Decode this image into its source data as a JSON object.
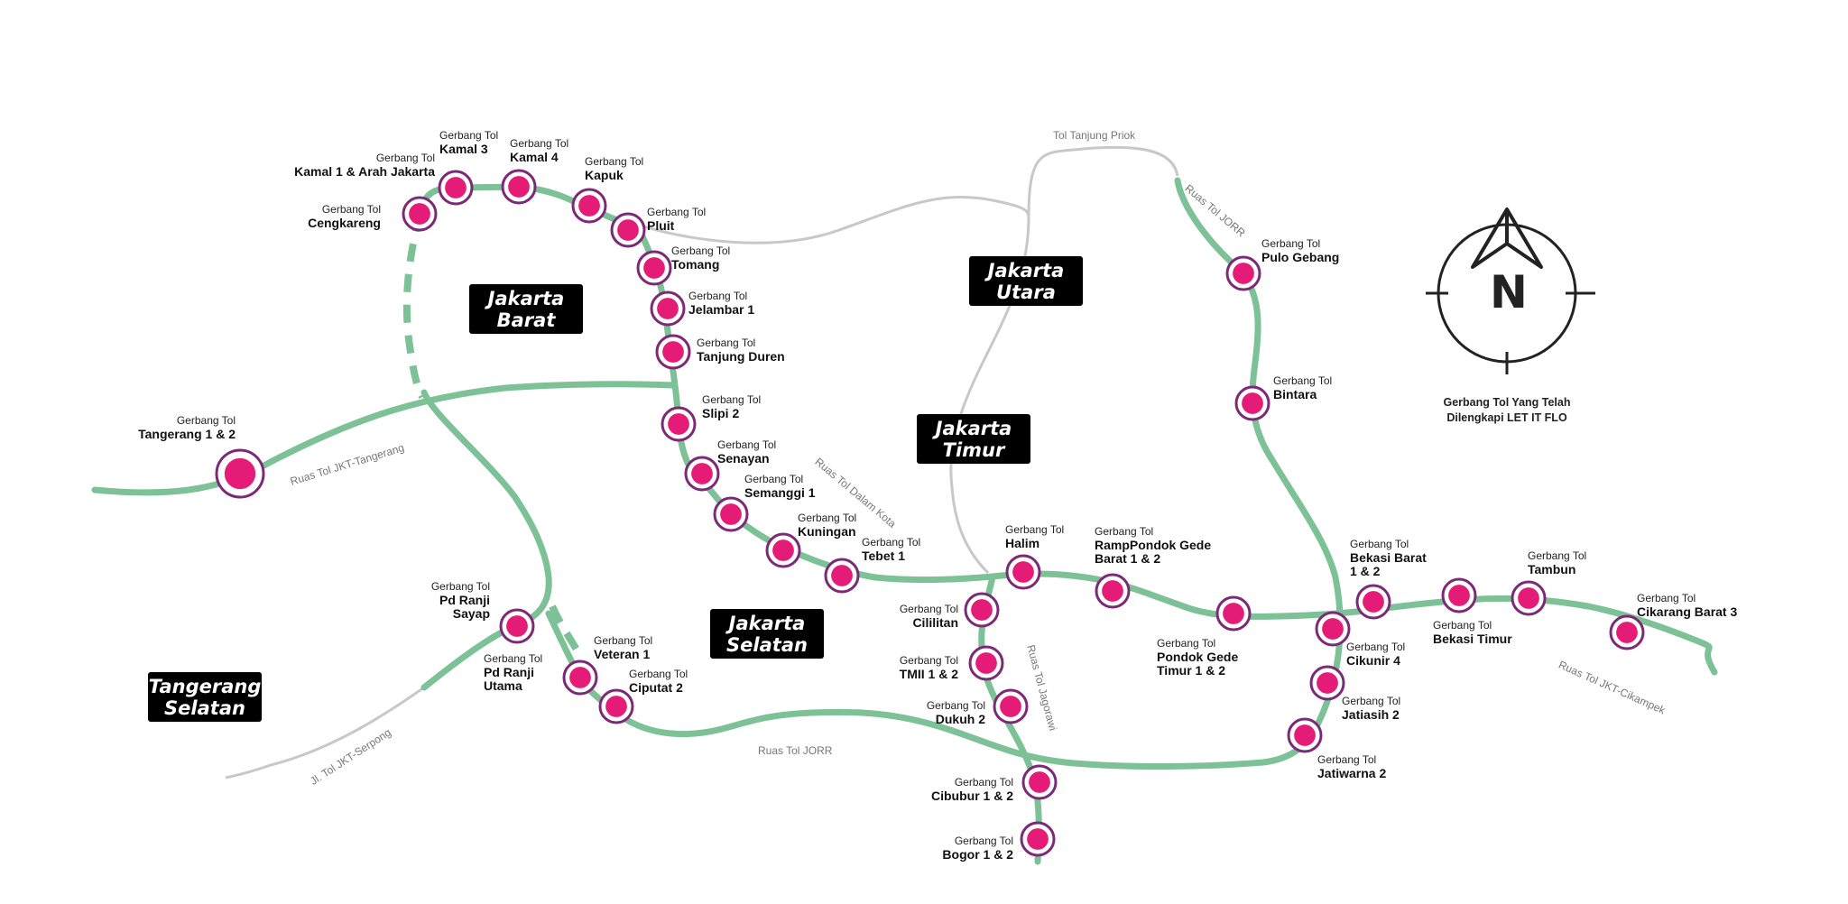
{
  "colors": {
    "toll_road": "#7dc196",
    "other_road": "#c8c8c8",
    "gate_fill": "#e41b77",
    "gate_ring": "#7b2a78",
    "region_bg": "#000000",
    "region_text": "#ffffff"
  },
  "regions": {
    "jakarta_barat": [
      "Jakarta",
      "Barat"
    ],
    "jakarta_utara": [
      "Jakarta",
      "Utara"
    ],
    "jakarta_timur": [
      "Jakarta",
      "Timur"
    ],
    "jakarta_selatan": [
      "Jakarta",
      "Selatan"
    ],
    "tangerang_selatan": [
      "Tangerang",
      "Selatan"
    ]
  },
  "gate_prefix": "Gerbang Tol",
  "gates": {
    "kamal3": "Kamal 3",
    "kamal4": "Kamal 4",
    "kamal1": "Kamal 1 & Arah Jakarta",
    "kapuk": "Kapuk",
    "cengkareng": "Cengkareng",
    "pluit": "Pluit",
    "tomang": "Tomang",
    "jelambar": "Jelambar 1",
    "tanjungduren": "Tanjung Duren",
    "slipi": "Slipi 2",
    "senayan": "Senayan",
    "semanggi": "Semanggi 1",
    "kuningan": "Kuningan",
    "tebet": "Tebet 1",
    "halim": "Halim",
    "rampgede1": "RampPondok Gede",
    "rampgede2": "Barat 1 & 2",
    "tangerang": "Tangerang 1 & 2",
    "pdranjisayap1": "Pd Ranji",
    "pdranjisayap2": "Sayap",
    "pdranjiutama1": "Pd Ranji",
    "pdranjiutama2": "Utama",
    "veteran": "Veteran 1",
    "ciputat": "Ciputat 2",
    "cililitan": "Cililitan",
    "tmii": "TMII 1 & 2",
    "dukuh": "Dukuh 2",
    "cibubur": "Cibubur 1 & 2",
    "bogor": "Bogor 1 & 2",
    "pondokgedetimur1": "Pondok Gede",
    "pondokgedetimur2": "Timur 1 & 2",
    "pulogebang": "Pulo Gebang",
    "bintara": "Bintara",
    "bekasibarat1": "Bekasi Barat",
    "bekasibarat2": "1 & 2",
    "cikunir": "Cikunir 4",
    "jatiasih": "Jatiasih 2",
    "jatiwarna": "Jatiwarna 2",
    "bekasitimur": "Bekasi Timur",
    "tambun": "Tambun",
    "cikarang": "Cikarang Barat 3"
  },
  "roads": {
    "tanjung_priok": "Tol Tanjung Priok",
    "jorr_north": "Ruas Tol JORR",
    "jkt_tangerang": "Ruas  Tol JKT-Tangerang",
    "dalam_kota": "Ruas Tol Dalam Kota",
    "jagorawi": "Ruas Tol Jagorawi",
    "jorr_south": "Ruas Tol JORR",
    "jkt_serpong": "Jl. Tol JKT-Serpong",
    "jkt_cikampek": "Ruas Tol JKT-Cikampek"
  },
  "compass": {
    "letter": "N"
  },
  "legend": {
    "line1": "Gerbang Tol Yang Telah",
    "line2": "Dilengkapi LET IT FLO"
  }
}
